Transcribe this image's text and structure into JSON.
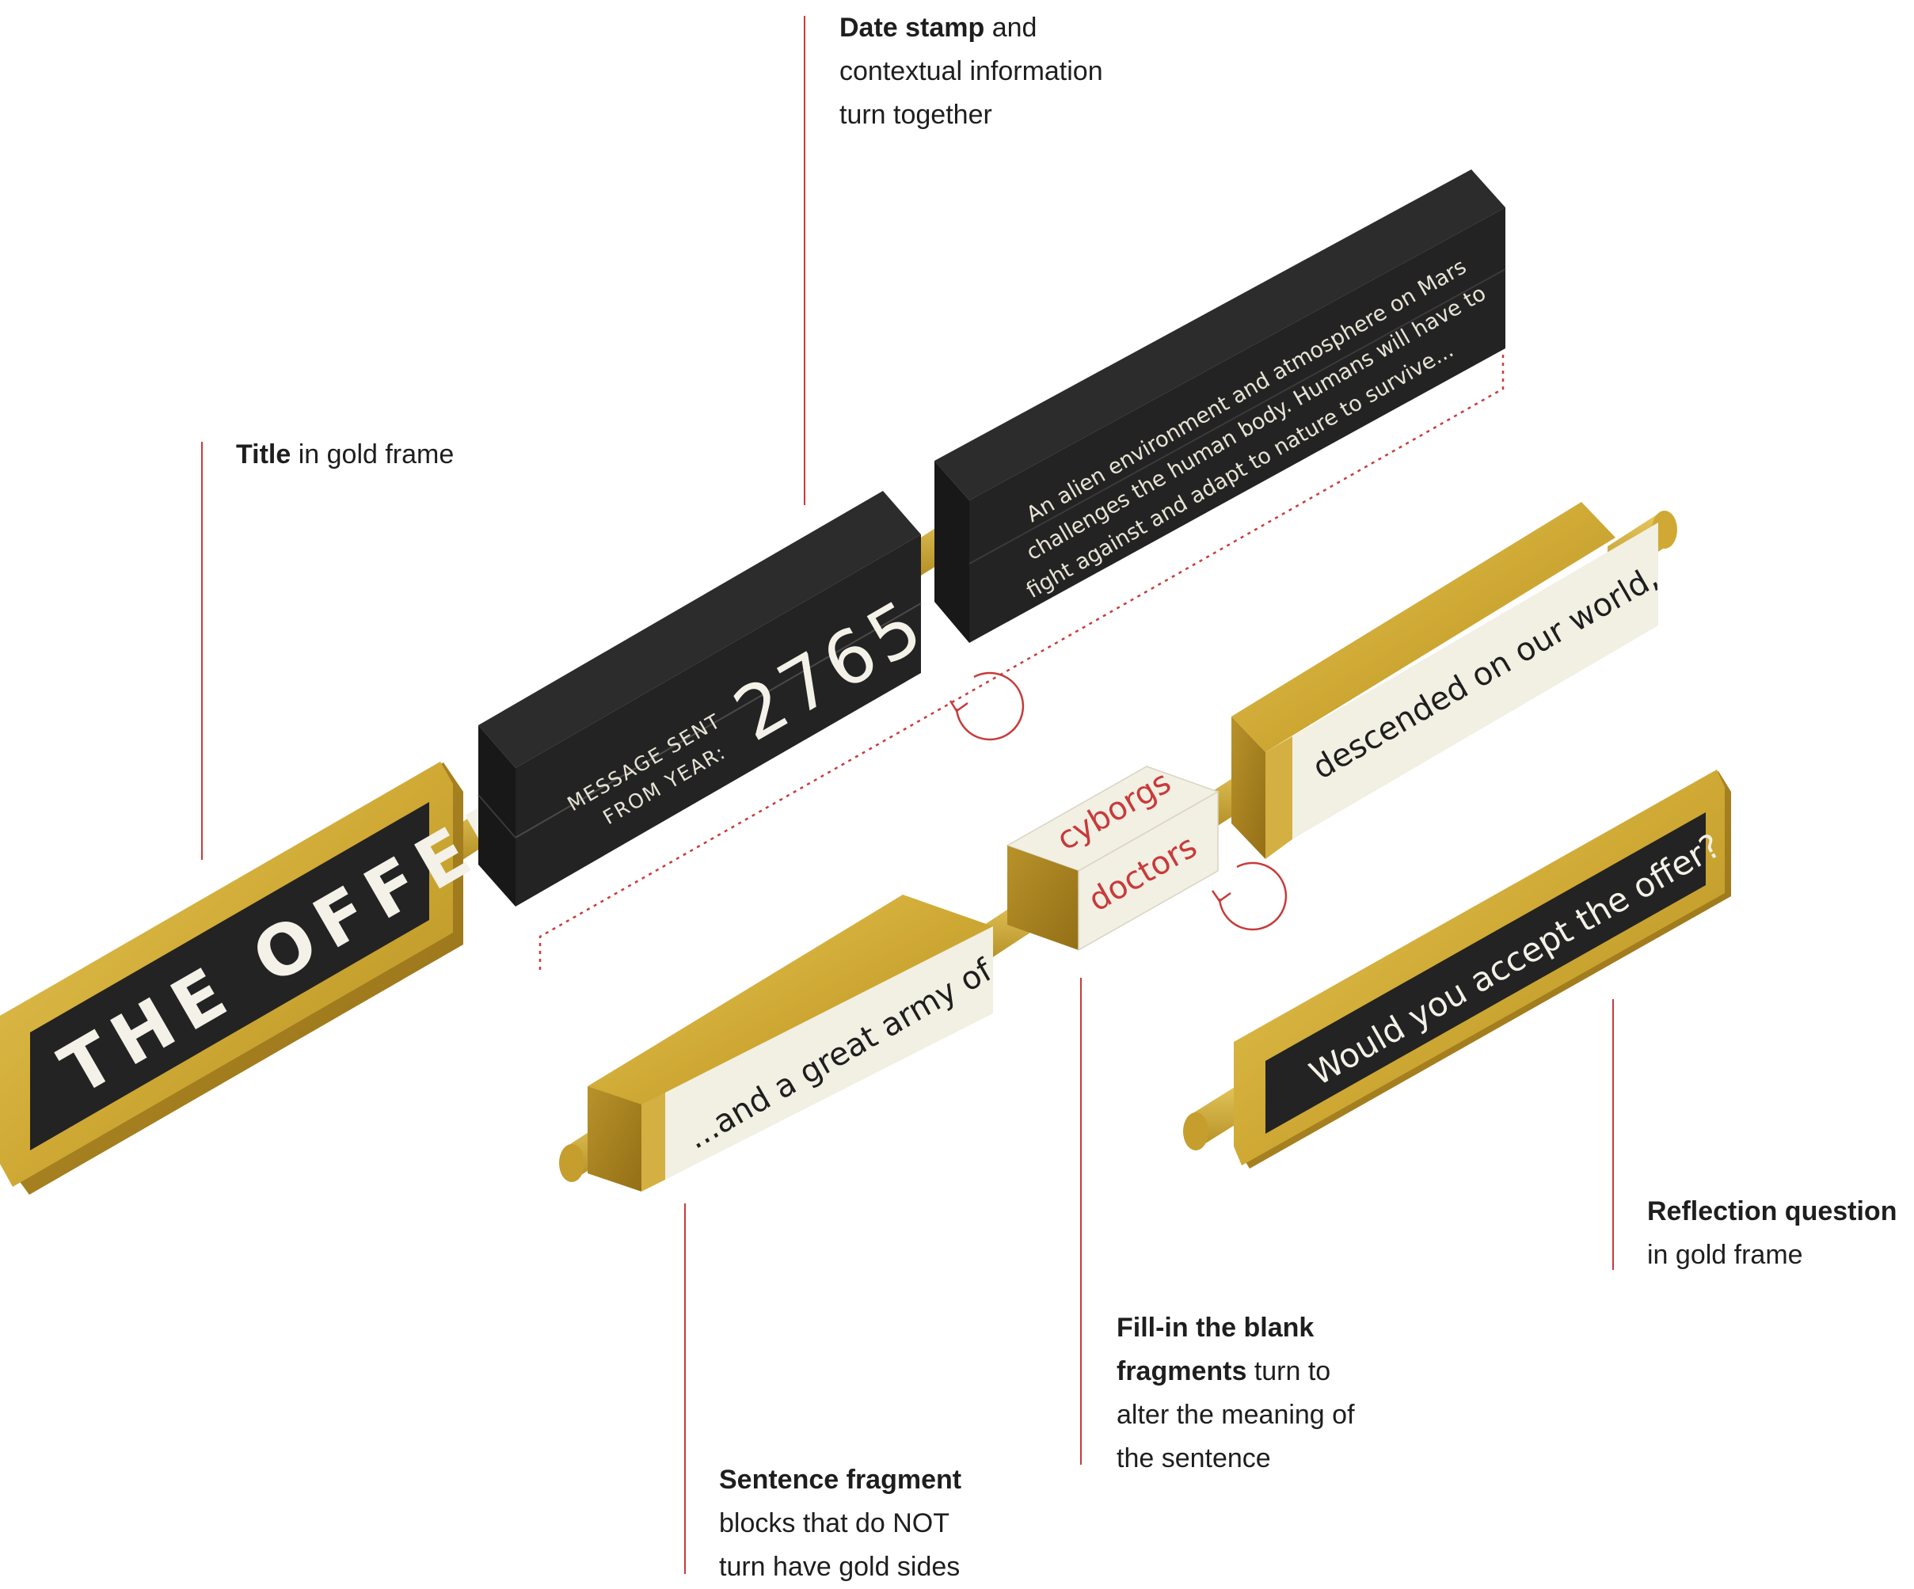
{
  "title_plate": {
    "text": "THE OFFER"
  },
  "date_block": {
    "label_line1": "MESSAGE SENT",
    "label_line2": "FROM YEAR:",
    "year": "2765"
  },
  "context_block": {
    "line1": "An alien environment and atmosphere on Mars",
    "line2": "challenges the human body. Humans will have to",
    "line3": "fight against and adapt to nature to survive..."
  },
  "fragments": {
    "descended": "descended on our world,",
    "army": "...and a great army of",
    "option_top": "cyborgs",
    "option_bottom": "doctors"
  },
  "question_plate": {
    "text": "Would you accept the offer?"
  },
  "annotations": {
    "date": {
      "bold": "Date stamp",
      "rest1": " and",
      "line2": "contextual information",
      "line3": "turn together"
    },
    "title": {
      "bold": "Title",
      "rest": " in gold frame"
    },
    "reflection": {
      "bold": "Reflection question",
      "line2": "in gold frame"
    },
    "fill": {
      "bold1": "Fill-in the blank",
      "bold2": "fragments",
      "rest2": " turn to",
      "line3": "alter the meaning of",
      "line4": "the sentence"
    },
    "sentence": {
      "bold": "Sentence fragment",
      "line2": "blocks that do NOT",
      "line3": "turn have gold sides"
    }
  },
  "colors": {
    "gold_light": "#e2c14f",
    "gold_mid": "#c9a22c",
    "gold_dark": "#a9851c",
    "black_face": "#232323",
    "black_side": "#161616",
    "cream": "#f2efe3",
    "red_accent": "#c83a3a"
  }
}
